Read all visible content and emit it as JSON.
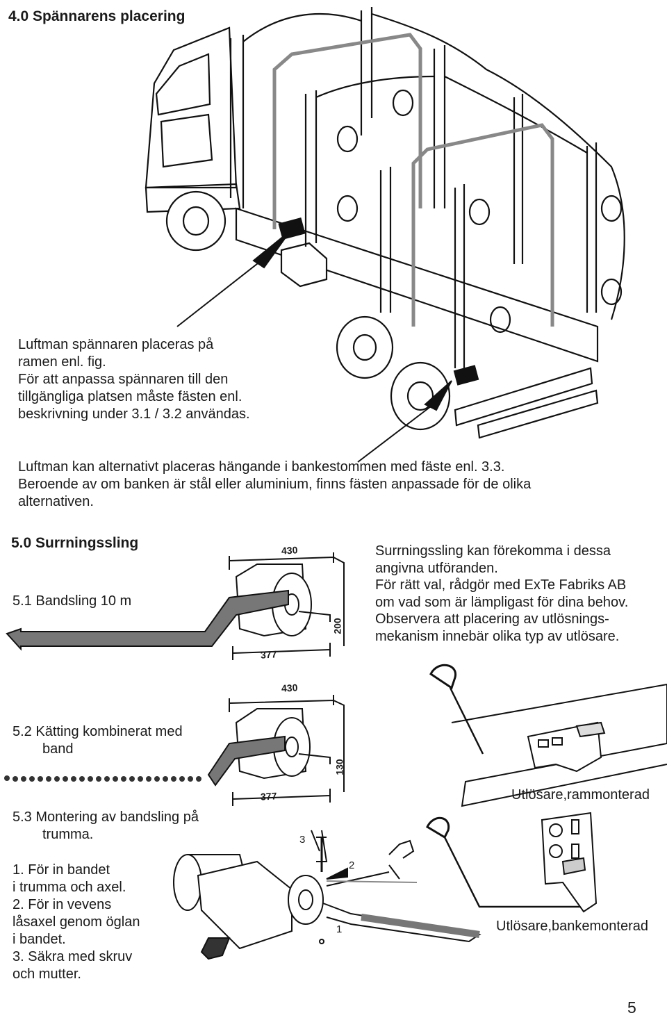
{
  "sections": {
    "s4": {
      "heading": "4.0  Spännarens placering",
      "paragraph1": [
        "Luftman spännaren placeras på",
        "ramen enl. fig.",
        "För att anpassa spännaren till den",
        "tillgängliga platsen måste fästen enl.",
        "beskrivning under 3.1 / 3.2 användas."
      ],
      "paragraph2": [
        "Luftman kan alternativt placeras hängande i bankestommen med fäste enl. 3.3.",
        "Beroende av om banken är stål eller aluminium, finns fästen anpassade för de olika",
        "alternativen."
      ]
    },
    "s5": {
      "heading": "5.0  Surrningssling",
      "intro": [
        "Surrningssling kan förekomma i dessa",
        "angivna utföranden.",
        "För rätt val, rådgör med ExTe Fabriks AB",
        "om vad som är lämpligast för dina behov.",
        "Observera att placering av utlösnings-",
        "mekanism innebär olika typ av utlösare."
      ],
      "s51": "5.1  Bandsling 10 m",
      "s52": [
        "5.2  Kätting kombinerat med",
        "band"
      ],
      "s53": [
        "5.3  Montering av bandsling på",
        "trumma."
      ],
      "steps": [
        "1. För in bandet",
        "i trumma och axel.",
        "2. För in vevens",
        "låsaxel genom öglan",
        "i bandet.",
        "3. Säkra med skruv",
        "och mutter."
      ]
    }
  },
  "dimensions": {
    "d1_width": "430",
    "d1_depth": "377",
    "d1_height": "200",
    "d2_width": "430",
    "d2_depth": "377",
    "d2_height": "130"
  },
  "callouts": {
    "n1": "1",
    "n2": "2",
    "n3": "3"
  },
  "captions": {
    "frame": "Utlösare,rammonterad",
    "bank": "Utlösare,bankemonterad"
  },
  "page_number": "5"
}
